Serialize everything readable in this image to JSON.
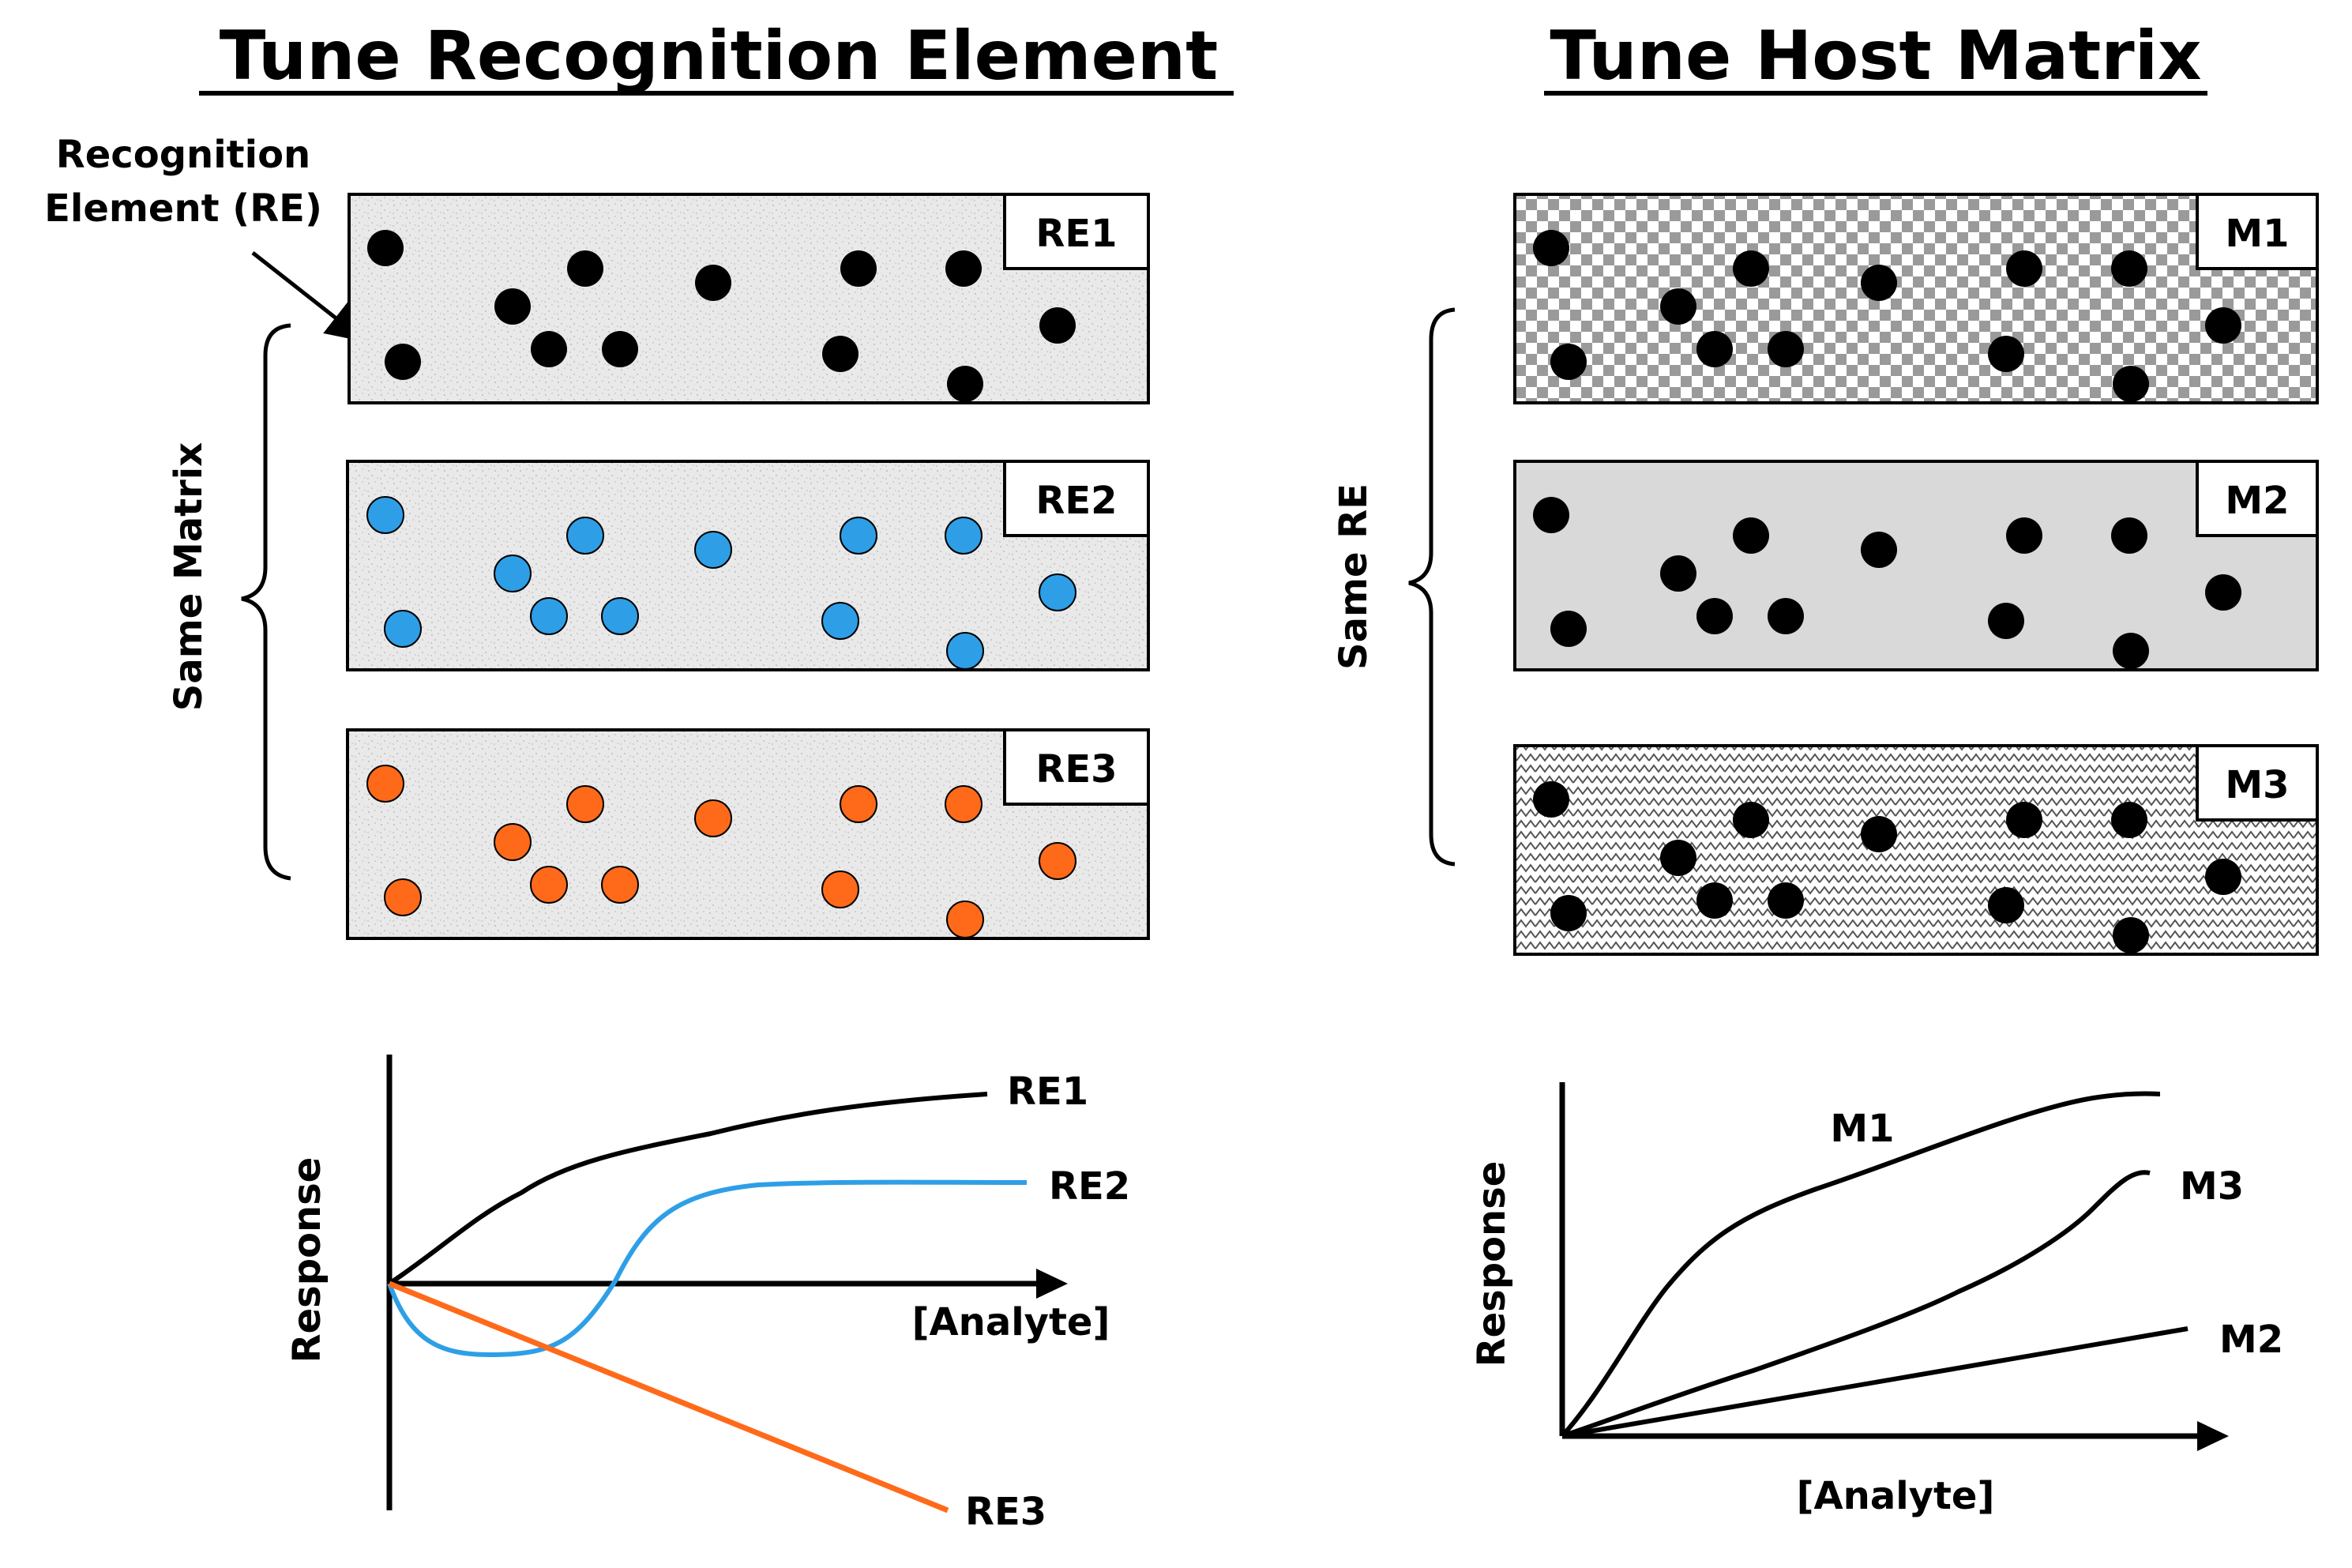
{
  "left": {
    "title": "Tune Recognition Element",
    "callout": [
      "Recognition",
      "Element (RE)"
    ],
    "brace_label": "Same Matrix",
    "panels": [
      {
        "label": "RE1",
        "dot_color": "#000000"
      },
      {
        "label": "RE2",
        "dot_color": "#2e9fe6"
      },
      {
        "label": "RE3",
        "dot_color": "#ff6a1a"
      }
    ],
    "graph": {
      "ylabel": "Response",
      "xlabel": "[Analyte]",
      "curves": [
        {
          "label": "RE1",
          "color": "#000000"
        },
        {
          "label": "RE2",
          "color": "#2e9fe6"
        },
        {
          "label": "RE3",
          "color": "#ff6a1a"
        }
      ]
    }
  },
  "right": {
    "title": "Tune Host Matrix",
    "brace_label": "Same RE",
    "panels": [
      {
        "label": "M1",
        "pattern": "checkerboard"
      },
      {
        "label": "M2",
        "pattern": "solid-gray"
      },
      {
        "label": "M3",
        "pattern": "zigzag"
      }
    ],
    "graph": {
      "ylabel": "Response",
      "xlabel": "[Analyte]",
      "curves": [
        {
          "label": "M1",
          "color": "#000000"
        },
        {
          "label": "M3",
          "color": "#000000"
        },
        {
          "label": "M2",
          "color": "#000000"
        }
      ]
    }
  }
}
